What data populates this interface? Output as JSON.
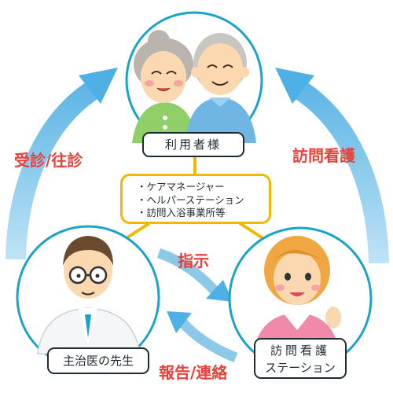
{
  "nodes": {
    "patient": "利用者様",
    "doctor": "主治医の先生",
    "nursing_station": [
      "訪問看護",
      "ステーション"
    ]
  },
  "support_list": [
    "ケアマネージャー",
    "ヘルパーステーション",
    "訪問入浴事業所等"
  ],
  "arrow_labels": {
    "consultation": "受診/往診",
    "home_nursing": "訪問看護",
    "instruction": "指示",
    "report": "報告/連絡"
  },
  "colors": {
    "arrow": "#8cc8e8",
    "ring": "#1aa3c9",
    "care_box_border": "#f2b800",
    "label_red": "#e8413c"
  }
}
